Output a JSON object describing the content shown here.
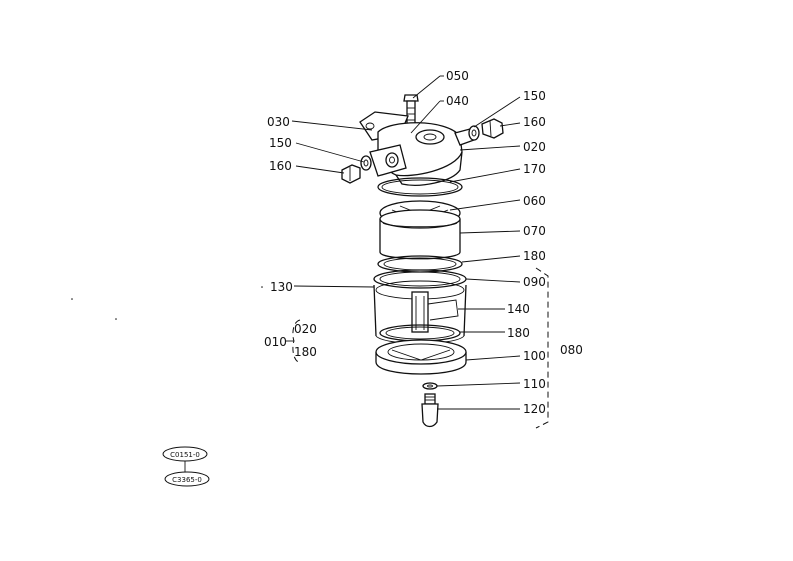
{
  "callouts": {
    "c050": "050",
    "c040": "040",
    "c150_top": "150",
    "c160_top": "160",
    "c030": "030",
    "c020_top": "020",
    "c150_left": "150",
    "c160_left": "160",
    "c170": "170",
    "c060": "060",
    "c070": "070",
    "c180_upper": "180",
    "c090": "090",
    "c130": "130",
    "c140": "140",
    "c180_lower": "180",
    "c080": "080",
    "c100": "100",
    "c110": "110",
    "c120": "120"
  },
  "kit": {
    "parent": "010",
    "child_a": "020",
    "child_b": "180"
  },
  "stamps": {
    "stamp_1": "C0151-0",
    "stamp_2": "C3365-0"
  },
  "colors": {
    "ink": "#111111",
    "paper": "#ffffff"
  }
}
